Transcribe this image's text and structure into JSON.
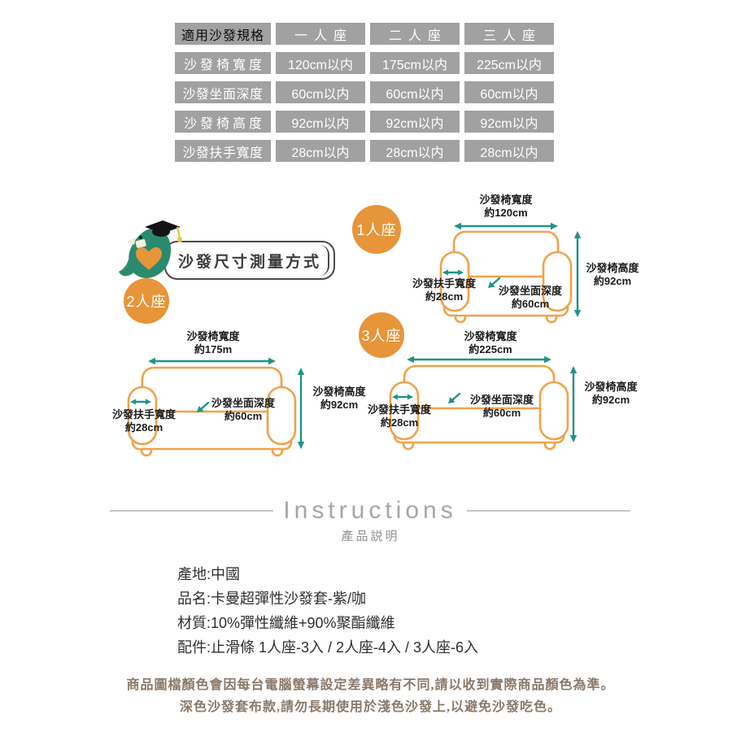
{
  "colors": {
    "accent_orange": "#e79539",
    "sofa_outline_orange": "#f0a24a",
    "arrow_teal": "#219388",
    "table_gray": "#a1a1a1",
    "note_brown": "#8a7868"
  },
  "spec_table": {
    "corner_label": "適用沙發規格",
    "columns": [
      "一人座",
      "二人座",
      "三人座"
    ],
    "rows": [
      {
        "label": "沙發椅寬度",
        "values": [
          "120cm以内",
          "175cm以内",
          "225cm以内"
        ]
      },
      {
        "label": "沙發坐面深度",
        "values": [
          "60cm以内",
          "60cm以内",
          "60cm以内"
        ]
      },
      {
        "label": "沙發椅高度",
        "values": [
          "92cm以内",
          "92cm以内",
          "92cm以内"
        ]
      },
      {
        "label": "沙發扶手寬度",
        "values": [
          "28cm以内",
          "28cm以内",
          "28cm以内"
        ]
      }
    ]
  },
  "measure": {
    "banner_title": "沙發尺寸測量方式",
    "badge_one": "1人座",
    "badge_two": "2人座",
    "badge_three": "3人座",
    "one": {
      "width_label": "沙發椅寬度",
      "width_value": "約120cm",
      "height_label": "沙發椅高度",
      "height_value": "約92cm",
      "arm_label": "沙發扶手寬度",
      "arm_value": "約28cm",
      "depth_label": "沙發坐面深度",
      "depth_value": "約60cm"
    },
    "two": {
      "width_label": "沙發椅寬度",
      "width_value": "約175m",
      "height_label": "沙發椅高度",
      "height_value": "約92cm",
      "arm_label": "沙發扶手寬度",
      "arm_value": "約28cm",
      "depth_label": "沙發坐面深度",
      "depth_value": "約60cm"
    },
    "three": {
      "width_label": "沙發椅寬度",
      "width_value": "約225cm",
      "height_label": "沙發椅高度",
      "height_value": "約92cm",
      "arm_label": "沙發扶手寬度",
      "arm_value": "約28cm",
      "depth_label": "沙發坐面深度",
      "depth_value": "約60cm"
    }
  },
  "instructions": {
    "title": "Instructions",
    "subtitle": "產品説明",
    "details": [
      "產地:中國",
      "品名:卡曼超彈性沙發套-紫/咖",
      "材質:10%彈性纖維+90%聚酯纖維",
      "配件:止滑條 1人座-3入 / 2人座-4入 / 3人座-6入"
    ],
    "notes": [
      "商品圖檔顏色會因每台電腦螢幕設定差異略有不同,請以收到實際商品顏色為準。",
      "深色沙發套布款,請勿長期使用於淺色沙發上,以避免沙發吃色。"
    ]
  }
}
